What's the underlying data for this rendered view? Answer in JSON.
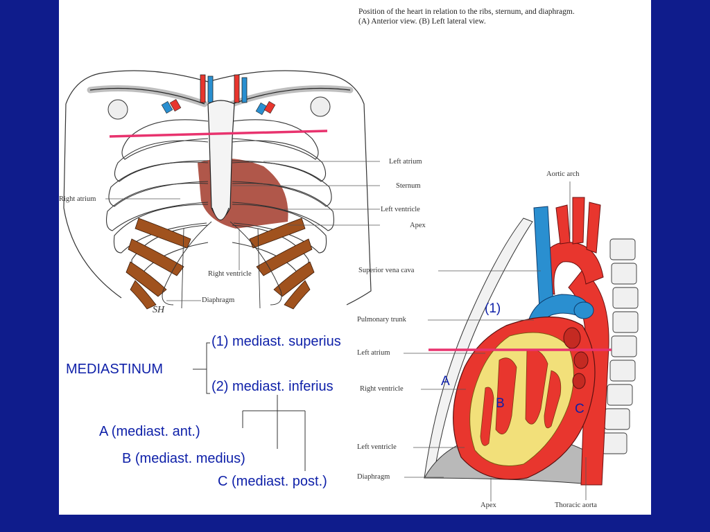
{
  "figure": {
    "caption_line1": "Position of the heart in relation to the ribs, sternum, and diaphragm.",
    "caption_line2": "(A) Anterior view. (B) Left lateral view."
  },
  "anterior_labels": {
    "left_atrium": "Left atrium",
    "sternum": "Sternum",
    "right_atrium": "Right atrium",
    "left_ventricle": "Left ventricle",
    "apex": "Apex",
    "right_ventricle": "Right ventricle",
    "diaphragm": "Diaphragm",
    "signature": "SH"
  },
  "lateral_labels": {
    "aortic_arch": "Aortic arch",
    "superior_vena_cava": "Superior vena cava",
    "pulmonary_trunk": "Pulmonary trunk",
    "left_atrium": "Left atrium",
    "right_ventricle": "Right ventricle",
    "left_ventricle": "Left ventricle",
    "diaphragm": "Diaphragm",
    "apex": "Apex",
    "thoracic_aorta": "Thoracic aorta"
  },
  "annotations": {
    "region_1": "(1)",
    "region_a": "A",
    "region_b": "B",
    "region_c": "C"
  },
  "tree": {
    "root": "MEDIASTINUM",
    "superius": "(1) mediast. superius",
    "inferius": "(2) mediast. inferius",
    "anterior": "A (mediast. ant.)",
    "medius": "B (mediast. medius)",
    "posterior": "C (mediast. post.)"
  },
  "colors": {
    "slide_background": "#0f1c8c",
    "annotation_text": "#0d1fa8",
    "marker_line": "#e8336e",
    "artery_red": "#e8362e",
    "vein_blue": "#2a8fd0",
    "myocardium_yellow": "#f2e07a",
    "diaphragm_brown": "#a0521e"
  }
}
